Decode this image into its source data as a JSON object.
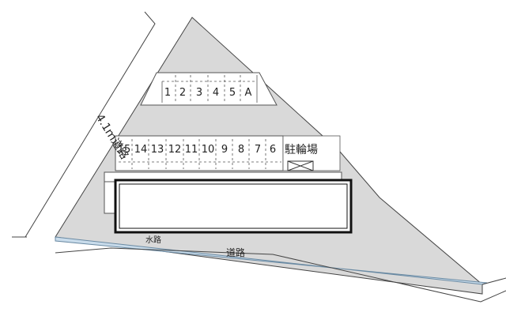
{
  "map": {
    "parking_row_top": [
      "1",
      "2",
      "3",
      "4",
      "5",
      "A"
    ],
    "parking_row_bottom": [
      "15",
      "14",
      "13",
      "12",
      "11",
      "10",
      "9",
      "8",
      "7",
      "6"
    ],
    "bicycle_parking_label": "駐輪場",
    "left_road_label": "4.1ｍ道路",
    "waterway_label": "水路",
    "road_label": "道路"
  },
  "colors": {
    "lot_fill": "#d9d9d9",
    "waterway_fill": "#c9dceb",
    "line": "#333333"
  }
}
